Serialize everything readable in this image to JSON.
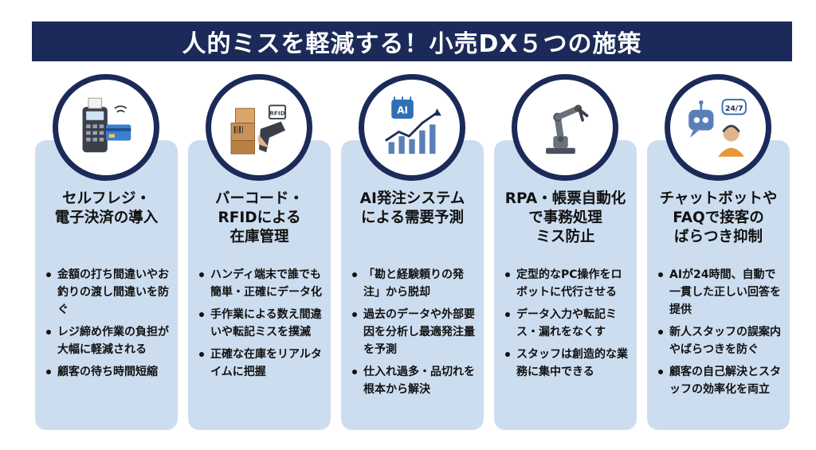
{
  "title": "人的ミスを軽減する！小売DX５つの施策",
  "cards": [
    {
      "icon": "pos-terminal-icon",
      "title_lines": [
        "セルフレジ・",
        "電子決済の導入"
      ],
      "bullets": [
        "金額の打ち間違いやお釣りの渡し間違いを防ぐ",
        "レジ締め作業の負担が大幅に軽減される",
        "顧客の待ち時間短縮"
      ]
    },
    {
      "icon": "barcode-scanner-icon",
      "icon_label": "RFID",
      "title_lines": [
        "バーコード・",
        "RFIDによる",
        "在庫管理"
      ],
      "bullets": [
        "ハンディ端末で誰でも簡単・正確にデータ化",
        "手作業による数え間違いや転記ミスを撲滅",
        "正確な在庫をリアルタイムに把握"
      ]
    },
    {
      "icon": "ai-chart-icon",
      "icon_label": "AI",
      "title_lines": [
        "AI発注システム",
        "による需要予測"
      ],
      "bullets": [
        "「勘と経験頼りの発注」から脱却",
        "過去のデータや外部要因を分析し最適発注量を予測",
        "仕入れ過多・品切れを根本から解決"
      ]
    },
    {
      "icon": "robot-arm-icon",
      "title_lines": [
        "RPA・帳票自動化",
        "で事務処理",
        "ミス防止"
      ],
      "bullets": [
        "定型的なPC操作をロボットに代行させる",
        "データ入力や転記ミス・漏れをなくす",
        "スタッフは創造的な業務に集中できる"
      ]
    },
    {
      "icon": "chatbot-icon",
      "icon_label": "24/7",
      "title_lines": [
        "チャットボットや",
        "FAQで接客の",
        "ばらつき抑制"
      ],
      "bullets": [
        "AIが24時間、自動で一貫した正しい回答を提供",
        "新人スタッフの誤案内やばらつきを防ぐ",
        "顧客の自己解決とスタッフの効率化を両立"
      ]
    }
  ],
  "colors": {
    "navy": "#1b2a58",
    "card_bg": "#cdddf0",
    "accent_orange": "#e8953a",
    "accent_blue": "#2f6fb5"
  }
}
